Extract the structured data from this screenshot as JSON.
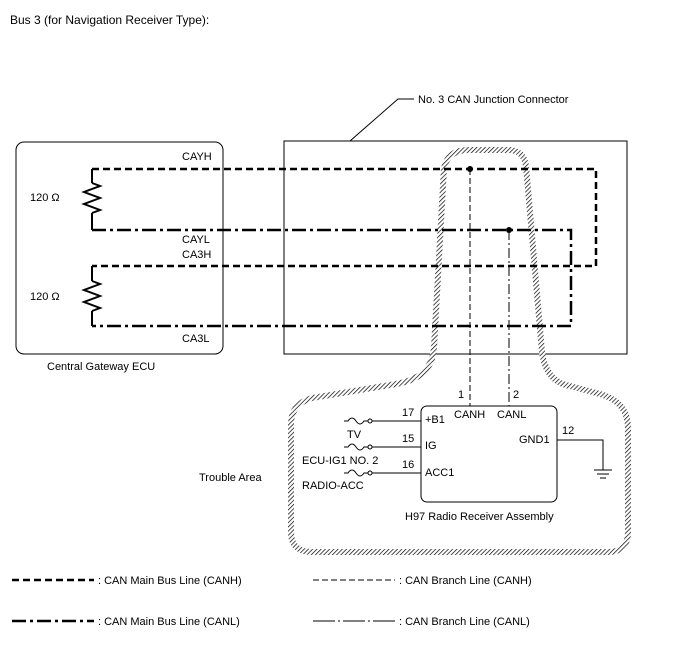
{
  "title": "Bus 3 (for Navigation Receiver Type):",
  "junction_connector_label": "No. 3 CAN Junction Connector",
  "gateway": {
    "name": "Central Gateway ECU",
    "resistor_top": "120 Ω",
    "resistor_bottom": "120 Ω",
    "pin_cayh": "CAYH",
    "pin_cayl": "CAYL",
    "pin_ca3h": "CA3H",
    "pin_ca3l": "CA3L"
  },
  "trouble_area_label": "Trouble Area",
  "receiver": {
    "name": "H97  Radio Receiver Assembly",
    "canh_pin_no": "1",
    "canl_pin_no": "2",
    "canh_label": "CANH",
    "canl_label": "CANL",
    "b1_pin_no": "17",
    "b1_label": "+B1",
    "ig_pin_no": "15",
    "ig_label": "IG",
    "acc_pin_no": "16",
    "acc_label": "ACC1",
    "gnd_pin_no": "12",
    "gnd_label": "GND1"
  },
  "fuses": {
    "tv": "TV",
    "ecu_ig1": "ECU-IG1 NO. 2",
    "radio_acc": "RADIO-ACC"
  },
  "legend": {
    "main_canh": ": CAN Main Bus Line (CANH)",
    "main_canl": ": CAN Main Bus Line (CANL)",
    "branch_canh": ": CAN Branch Line (CANH)",
    "branch_canl": ": CAN Branch Line (CANL)"
  }
}
